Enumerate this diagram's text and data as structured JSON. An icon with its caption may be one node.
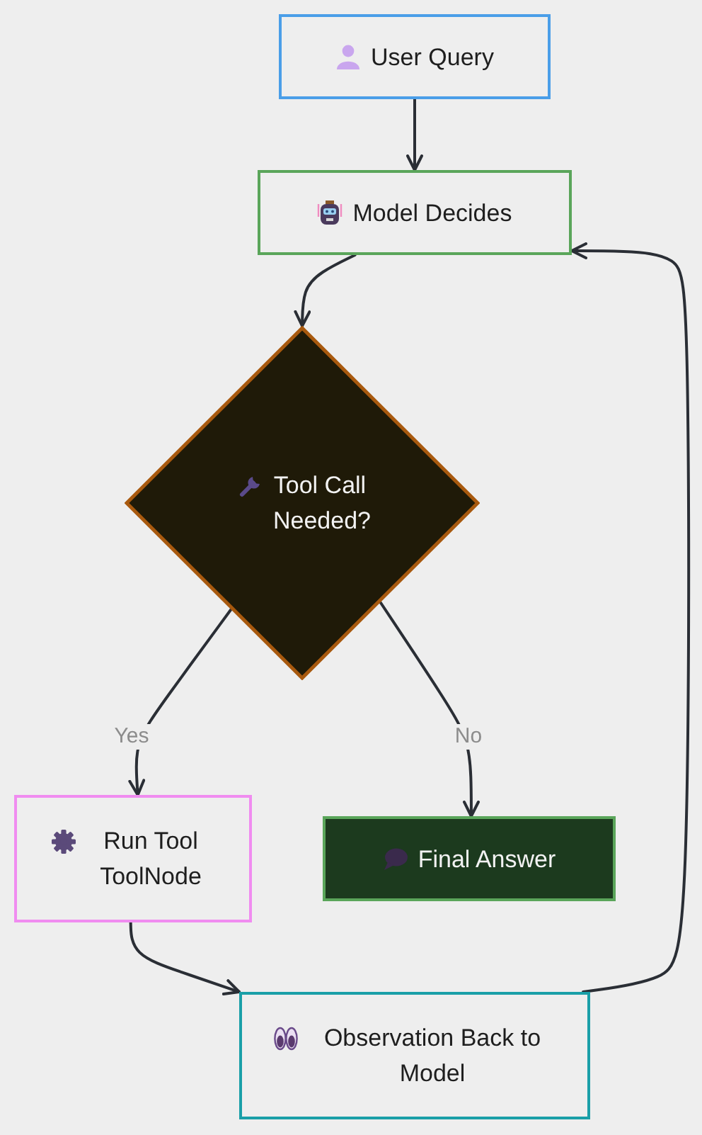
{
  "diagram": {
    "nodes": [
      {
        "text": [
          "User Query"
        ]
      },
      {
        "text": [
          "Model Decides"
        ]
      },
      {
        "text": [
          "Tool Call Needed?"
        ]
      },
      {
        "text": [
          "Run Tool ToolNode"
        ]
      },
      {
        "text": [
          "Final Answer"
        ]
      },
      {
        "text": [
          "Observation Back to Model"
        ]
      }
    ],
    "edges": [
      {
        "from": 0,
        "to": 1,
        "arrow": "to"
      },
      {
        "from": 1,
        "to": 2,
        "arrow": "to"
      },
      {
        "from": 2,
        "to": 3,
        "arrow": "to",
        "label": "Yes"
      },
      {
        "from": 2,
        "to": 4,
        "arrow": "to",
        "label": "No"
      },
      {
        "from": 3,
        "to": 5,
        "arrow": "to"
      },
      {
        "from": 5,
        "to": 1,
        "arrow": "to"
      }
    ]
  }
}
